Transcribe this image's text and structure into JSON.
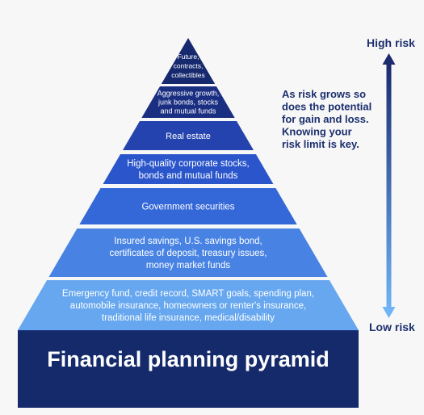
{
  "title": "Financial planning pyramid",
  "tiers": [
    {
      "lines": [
        "Future,",
        "contracts,",
        "collectibles"
      ],
      "color": "#17296e"
    },
    {
      "lines": [
        "Aggressive growth,",
        "junk bonds, stocks",
        "and mutual funds"
      ],
      "color": "#1a2e82"
    },
    {
      "lines": [
        "Real estate"
      ],
      "color": "#2443ae"
    },
    {
      "lines": [
        "High-quality corporate stocks,",
        "bonds and mutual funds"
      ],
      "color": "#2b55cb"
    },
    {
      "lines": [
        "Government securities"
      ],
      "color": "#3468d8"
    },
    {
      "lines": [
        "Insured savings, U.S. savings bond,",
        "certificates of deposit, treasury issues,",
        "money market funds"
      ],
      "color": "#4883e4"
    },
    {
      "lines": [
        "Emergency fund, credit record, SMART goals, spending plan,",
        "automobile insurance, homeowners or renter's insurance,",
        "traditional life insurance, medical/disability"
      ],
      "color": "#66a7ef"
    }
  ],
  "base_color": "#152a6b",
  "risk_scale": {
    "high_label": "High risk",
    "low_label": "Low risk",
    "top_color": "#1a2b6e",
    "bottom_color": "#6fb4f6"
  },
  "note_lines": [
    "As risk grows so",
    "does the potential",
    "for gain and loss.",
    "Knowing your",
    "risk limit is key."
  ]
}
